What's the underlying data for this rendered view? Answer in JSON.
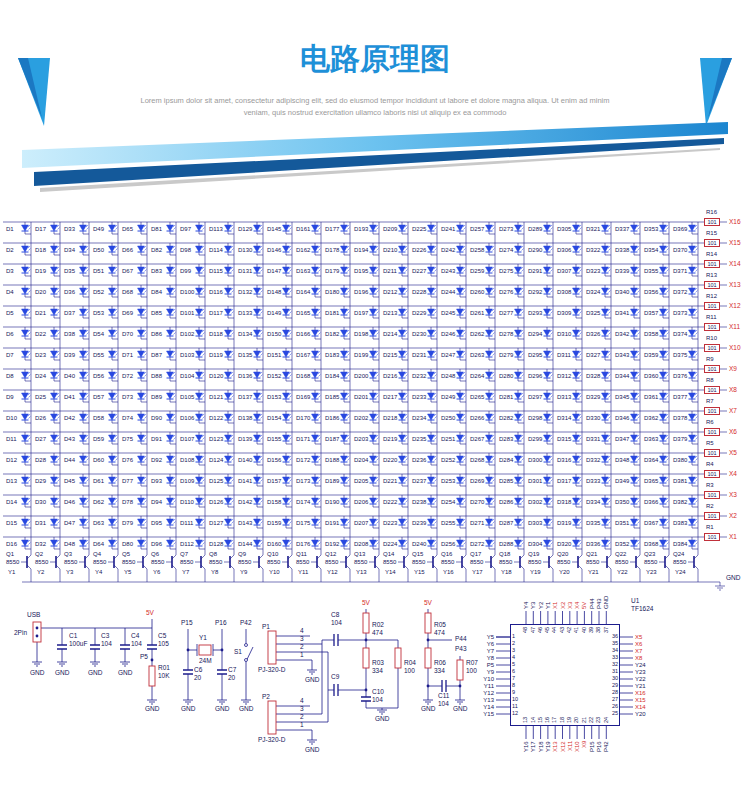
{
  "diagram": {
    "title": "电路原理图",
    "caption": "Lorem ipsum dolor sit amet, consectetur adipiscing elit, sed do eiusmod tempor incididunt ut labore et dolore magna aliqua. Ut enim ad minim veniam, quis nostrud exercitation ullamco laboris nisi ut aliquip ex ea commodo",
    "nodes": [
      {
        "text": [
          "R16",
          "101"
        ]
      },
      {
        "text": [
          "R15",
          "101"
        ]
      },
      {
        "text": [
          "R14",
          "101"
        ]
      },
      {
        "text": [
          "R13",
          "101"
        ]
      },
      {
        "text": [
          "R12",
          "101"
        ]
      },
      {
        "text": [
          "R11",
          "101"
        ]
      },
      {
        "text": [
          "R10",
          "101"
        ]
      },
      {
        "text": [
          "R9",
          "101"
        ]
      },
      {
        "text": [
          "R8",
          "101"
        ]
      },
      {
        "text": [
          "R7",
          "101"
        ]
      },
      {
        "text": [
          "R6",
          "101"
        ]
      },
      {
        "text": [
          "R5",
          "101"
        ]
      },
      {
        "text": [
          "R4",
          "101"
        ]
      },
      {
        "text": [
          "R3",
          "101"
        ]
      },
      {
        "text": [
          "R2",
          "101"
        ]
      },
      {
        "text": [
          "R1",
          "101"
        ]
      },
      {
        "text": [
          "U1",
          "TF1624"
        ]
      }
    ],
    "labels": [
      "D1",
      "D2",
      "D3",
      "D4",
      "D5",
      "D6",
      "D7",
      "D8",
      "D9",
      "D10",
      "D11",
      "D12",
      "D13",
      "D14",
      "D15",
      "D16",
      "D17",
      "D18",
      "D19",
      "D20",
      "D21",
      "D22",
      "D23",
      "D24",
      "D25",
      "D26",
      "D27",
      "D28",
      "D29",
      "D30",
      "D31",
      "D32",
      "D33",
      "D34",
      "D35",
      "D36",
      "D37",
      "D38",
      "D39",
      "D40",
      "D41",
      "D42",
      "D43",
      "D44",
      "D45",
      "D46",
      "D47",
      "D48",
      "D49",
      "D50",
      "D51",
      "D52",
      "D53",
      "D54",
      "D55",
      "D56",
      "D57",
      "D58",
      "D59",
      "D60",
      "D61",
      "D62",
      "D63",
      "D64",
      "D65",
      "D66",
      "D67",
      "D68",
      "D69",
      "D70",
      "D71",
      "D72",
      "D73",
      "D74",
      "D75",
      "D76",
      "D77",
      "D78",
      "D79",
      "D80",
      "D81",
      "D82",
      "D83",
      "D84",
      "D85",
      "D86",
      "D87",
      "D88",
      "D89",
      "D90",
      "D91",
      "D92",
      "D93",
      "D94",
      "D95",
      "D96",
      "D97",
      "D98",
      "D99",
      "D100",
      "D101",
      "D102",
      "D103",
      "D104",
      "D105",
      "D106",
      "D107",
      "D108",
      "D109",
      "D110",
      "D111",
      "D112",
      "D113",
      "D114",
      "D115",
      "D116",
      "D117",
      "D118",
      "D119",
      "D120",
      "D121",
      "D122",
      "D123",
      "D124",
      "D125",
      "D126",
      "D127",
      "D128",
      "D129",
      "D130",
      "D131",
      "D132",
      "D133",
      "D134",
      "D135",
      "D136",
      "D137",
      "D138",
      "D139",
      "D140",
      "D141",
      "D142",
      "D143",
      "D144",
      "D145",
      "D146",
      "D147",
      "D148",
      "D149",
      "D150",
      "D151",
      "D152",
      "D153",
      "D154",
      "D155",
      "D156",
      "D157",
      "D158",
      "D159",
      "D160",
      "D161",
      "D162",
      "D163",
      "D164",
      "D165",
      "D166",
      "D167",
      "D168",
      "D169",
      "D170",
      "D171",
      "D172",
      "D173",
      "D174",
      "D175",
      "D176",
      "D177",
      "D178",
      "D179",
      "D180",
      "D181",
      "D182",
      "D183",
      "D184",
      "D185",
      "D186",
      "D187",
      "D188",
      "D189",
      "D190",
      "D191",
      "D192",
      "D193",
      "D194",
      "D195",
      "D196",
      "D197",
      "D198",
      "D199",
      "D200",
      "D201",
      "D202",
      "D203",
      "D204",
      "D205",
      "D206",
      "D207",
      "D208",
      "D209",
      "D210",
      "D211",
      "D212",
      "D213",
      "D214",
      "D215",
      "D216",
      "D217",
      "D218",
      "D219",
      "D220",
      "D221",
      "D222",
      "D223",
      "D224",
      "D225",
      "D226",
      "D227",
      "D228",
      "D229",
      "D230",
      "D231",
      "D232",
      "D233",
      "D234",
      "D235",
      "D236",
      "D237",
      "D238",
      "D239",
      "D240",
      "D241",
      "D242",
      "D243",
      "D244",
      "D245",
      "D246",
      "D247",
      "D248",
      "D249",
      "D250",
      "D251",
      "D252",
      "D253",
      "D254",
      "D255",
      "D256",
      "D257",
      "D258",
      "D259",
      "D260",
      "D261",
      "D262",
      "D263",
      "D264",
      "D265",
      "D266",
      "D267",
      "D268",
      "D269",
      "D270",
      "D271",
      "D272",
      "D273",
      "D274",
      "D275",
      "D276",
      "D277",
      "D278",
      "D279",
      "D280",
      "D281",
      "D282",
      "D283",
      "D284",
      "D285",
      "D286",
      "D287",
      "D288",
      "D289",
      "D290",
      "D291",
      "D292",
      "D293",
      "D294",
      "D295",
      "D296",
      "D297",
      "D298",
      "D299",
      "D300",
      "D301",
      "D302",
      "D303",
      "D304",
      "D305",
      "D306",
      "D307",
      "D308",
      "D309",
      "D310",
      "D311",
      "D312",
      "D313",
      "D314",
      "D315",
      "D316",
      "D317",
      "D318",
      "D319",
      "D320",
      "D321",
      "D322",
      "D323",
      "D324",
      "D325",
      "D326",
      "D327",
      "D328",
      "D329",
      "D330",
      "D331",
      "D332",
      "D333",
      "D334",
      "D335",
      "D336",
      "D337",
      "D338",
      "D339",
      "D340",
      "D341",
      "D342",
      "D343",
      "D344",
      "D345",
      "D346",
      "D347",
      "D348",
      "D349",
      "D350",
      "D351",
      "D352",
      "D353",
      "D354",
      "D355",
      "D356",
      "D357",
      "D358",
      "D359",
      "D360",
      "D361",
      "D362",
      "D363",
      "D364",
      "D365",
      "D366",
      "D367",
      "D368",
      "D369",
      "D370",
      "D371",
      "D372",
      "D373",
      "D374",
      "D375",
      "D376",
      "D377",
      "D378",
      "D379",
      "D380",
      "D381",
      "D382",
      "D383",
      "D384",
      "Q1",
      "Q2",
      "Q3",
      "Q4",
      "Q5",
      "Q6",
      "Q7",
      "Q8",
      "Q9",
      "Q10",
      "Q11",
      "Q12",
      "Q13",
      "Q14",
      "Q15",
      "Q16",
      "Q17",
      "Q18",
      "Q19",
      "Q20",
      "Q21",
      "Q22",
      "Q23",
      "Q24",
      "8550",
      "8550",
      "8550",
      "8550",
      "8550",
      "8550",
      "8550",
      "8550",
      "8550",
      "8550",
      "8550",
      "8550",
      "8550",
      "8550",
      "8550",
      "8550",
      "8550",
      "8550",
      "8550",
      "8550",
      "8550",
      "8550",
      "8550",
      "8550",
      "Y1",
      "Y2",
      "Y3",
      "Y4",
      "Y5",
      "Y6",
      "Y7",
      "Y8",
      "Y9",
      "Y10",
      "Y11",
      "Y12",
      "Y13",
      "Y14",
      "Y15",
      "Y16",
      "Y17",
      "Y18",
      "Y19",
      "Y20",
      "Y21",
      "Y22",
      "Y23",
      "Y24",
      "X16",
      "X15",
      "X14",
      "X13",
      "X12",
      "X11",
      "X10",
      "X9",
      "X8",
      "X7",
      "X6",
      "X5",
      "X4",
      "X3",
      "X2",
      "X1",
      "GND",
      "USB",
      "2Pin",
      "C1",
      "100uF",
      "C3",
      "104",
      "C4",
      "104",
      "5V",
      "C5",
      "105",
      "GND",
      "GND",
      "GND",
      "GND",
      "P5",
      "R01",
      "10K",
      "GND",
      "P15",
      "P16",
      "Y1",
      "24M",
      "C6",
      "20",
      "C7",
      "20",
      "GND",
      "GND",
      "P42",
      "S1",
      "GND",
      "P1",
      "4",
      "3",
      "2",
      "1",
      "PJ-320-D",
      "GND",
      "P2",
      "4",
      "3",
      "2",
      "1",
      "PJ-320-D",
      "GND",
      "C8",
      "104",
      "5V",
      "R02",
      "474",
      "C9",
      "R03",
      "334",
      "C10",
      "104",
      "R04",
      "100",
      "GND",
      "5V",
      "R05",
      "474",
      "P44",
      "P43",
      "R06",
      "334",
      "C11",
      "104",
      "R07",
      "100",
      "GND",
      "GND",
      "Y5",
      "Y6",
      "Y7",
      "Y8",
      "P5",
      "Y9",
      "Y10",
      "Y11",
      "Y12",
      "Y13",
      "Y14",
      "Y15",
      "Y16",
      "Y17",
      "Y18",
      "Y19",
      "X13",
      "X12",
      "X11",
      "X10",
      "X9",
      "P15",
      "P16",
      "P42",
      "Y20",
      "X14",
      "X15",
      "X16",
      "Y21",
      "Y22",
      "Y23",
      "Y24",
      "X8",
      "X7",
      "X6",
      "X5",
      "GND",
      "P43",
      "P44",
      "5V",
      "X4",
      "X3",
      "X2",
      "X1",
      "Y1",
      "Y2",
      "Y3",
      "Y4",
      "1",
      "2",
      "3",
      "4",
      "5",
      "6",
      "7",
      "8",
      "9",
      "10",
      "11",
      "12",
      "13",
      "14",
      "15",
      "16",
      "17",
      "18",
      "19",
      "20",
      "21",
      "22",
      "23",
      "24",
      "25",
      "26",
      "27",
      "28",
      "29",
      "30",
      "31",
      "32",
      "33",
      "34",
      "35",
      "36",
      "37",
      "38",
      "39",
      "40",
      "41",
      "42",
      "43",
      "44",
      "45",
      "46",
      "47",
      "48"
    ]
  }
}
